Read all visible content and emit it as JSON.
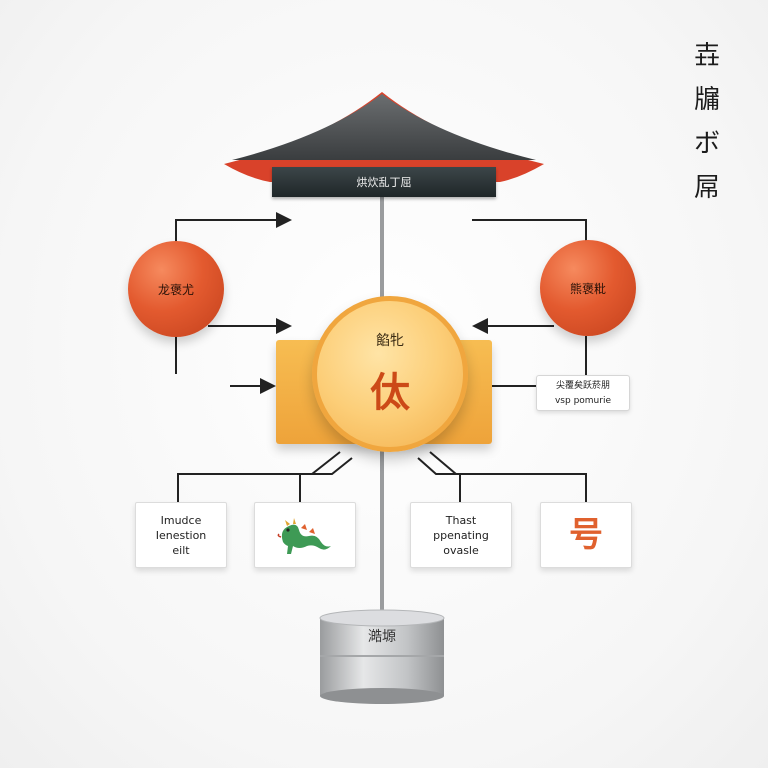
{
  "title_vertical": [
    "壵",
    "牖",
    "ボ",
    "屌"
  ],
  "roof": {
    "banner_label": "烘炊乱丁屈"
  },
  "spheres": {
    "left_label": "龙褒尤",
    "right_label": "熊褒粃"
  },
  "core": {
    "sub_label": "餡牝",
    "main_label": "㑀"
  },
  "info_box": {
    "line1": "尖覆矣跃菸朋",
    "line2": "vsp pomurie"
  },
  "cards": [
    {
      "lines": [
        "Imudce",
        "Ienestion",
        "eilt"
      ]
    },
    {
      "icon": "dragon-icon"
    },
    {
      "lines": [
        "Thast",
        "ppenating",
        "ovasle"
      ]
    },
    {
      "glyph": "号"
    }
  ],
  "base": {
    "label": "澔塬"
  },
  "colors": {
    "roof": "#4a4d4f",
    "roof_trim": "#d9422a",
    "sphere": "#e35a2f",
    "core_orange": "#f2ae4a",
    "core_glyph": "#cc4a17",
    "dragon": "#3e9a55"
  }
}
